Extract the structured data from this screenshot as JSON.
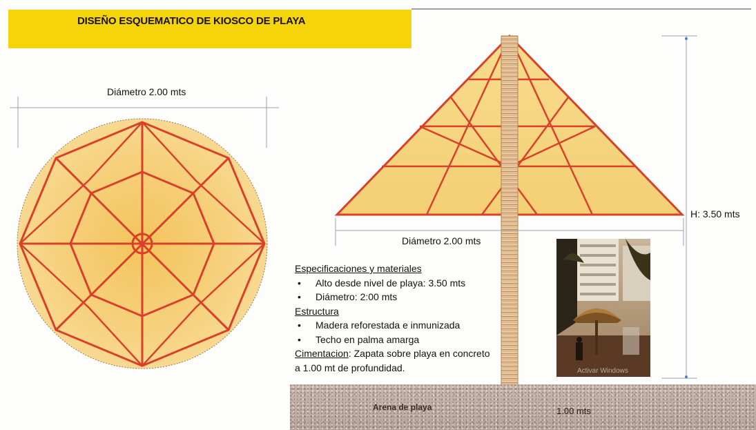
{
  "header": {
    "title": "DISEÑO ESQUEMATICO DE KIOSCO DE PLAYA"
  },
  "plan_view": {
    "diameter_label": "Diámetro 2.00 mts"
  },
  "elevation_view": {
    "diameter_label": "Diámetro 2.00 mts",
    "height_label": "H:  3.50 mts"
  },
  "specs": {
    "heading": "Especificaciones y materiales",
    "items": [
      "Alto desde nivel de playa: 3.50 mts",
      "Diámetro: 2:00 mts"
    ],
    "structure_heading": "Estructura",
    "structure_items": [
      "Madera reforestada e inmunizada",
      "Techo en palma amarga"
    ],
    "foundation_heading": "Cimentacion",
    "foundation_text": ": Zapata sobre playa en concreto a 1.00 mt de profundidad."
  },
  "ground": {
    "label": "Arena de playa",
    "depth_label": "1.00 mts"
  },
  "photo": {
    "watermark": "Activar Windows"
  },
  "colors": {
    "banner": "#f6d40a",
    "line": "#d9402a",
    "roof_fill": "#f5d27a"
  }
}
